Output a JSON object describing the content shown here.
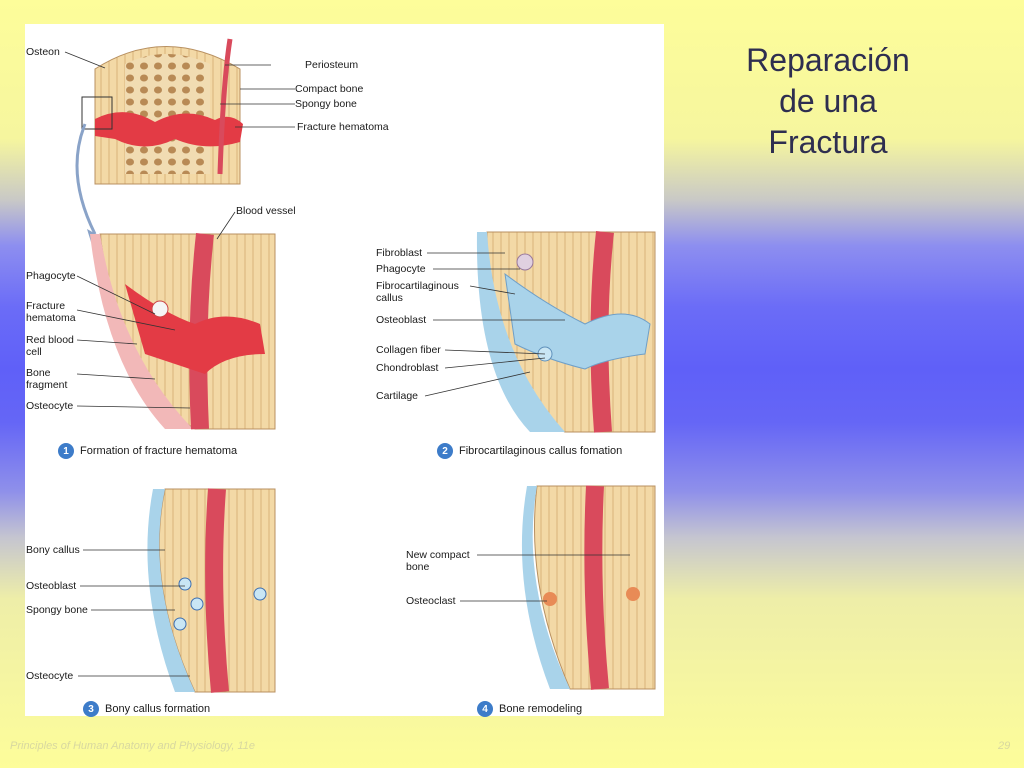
{
  "title": "Reparación\nde una\nFractura",
  "footer": {
    "left": "Principles of Human Anatomy and Physiology, 11e",
    "right": "29"
  },
  "labels": {
    "top": {
      "osteon": "Osteon",
      "periosteum": "Periosteum",
      "compact_bone": "Compact bone",
      "spongy_bone": "Spongy bone",
      "fracture_hematoma": "Fracture hematoma"
    },
    "panel1": {
      "blood_vessel": "Blood vessel",
      "phagocyte": "Phagocyte",
      "fracture_hematoma": "Fracture\nhematoma",
      "red_blood_cell": "Red blood\ncell",
      "bone_fragment": "Bone\nfragment",
      "osteocyte": "Osteocyte"
    },
    "panel2": {
      "fibroblast": "Fibroblast",
      "phagocyte": "Phagocyte",
      "fibrocartilaginous_callus": "Fibrocartilaginous\ncallus",
      "osteoblast": "Osteoblast",
      "collagen_fiber": "Collagen fiber",
      "chondroblast": "Chondroblast",
      "cartilage": "Cartilage"
    },
    "panel3": {
      "bony_callus": "Bony callus",
      "osteoblast": "Osteoblast",
      "spongy_bone": "Spongy bone",
      "osteocyte": "Osteocyte"
    },
    "panel4": {
      "new_compact_bone": "New compact\nbone",
      "osteoclast": "Osteoclast"
    }
  },
  "steps": [
    {
      "num": "1",
      "label": "Formation of fracture hematoma"
    },
    {
      "num": "2",
      "label": "Fibrocartilaginous callus fomation"
    },
    {
      "num": "3",
      "label": "Bony callus formation"
    },
    {
      "num": "4",
      "label": "Bone remodeling"
    }
  ],
  "colors": {
    "bone": "#f3d9a6",
    "vessel": "#d94a5c",
    "hematoma": "#e33b45",
    "cartilage": "#a9d3ea",
    "accent": "#3d7cc9"
  }
}
